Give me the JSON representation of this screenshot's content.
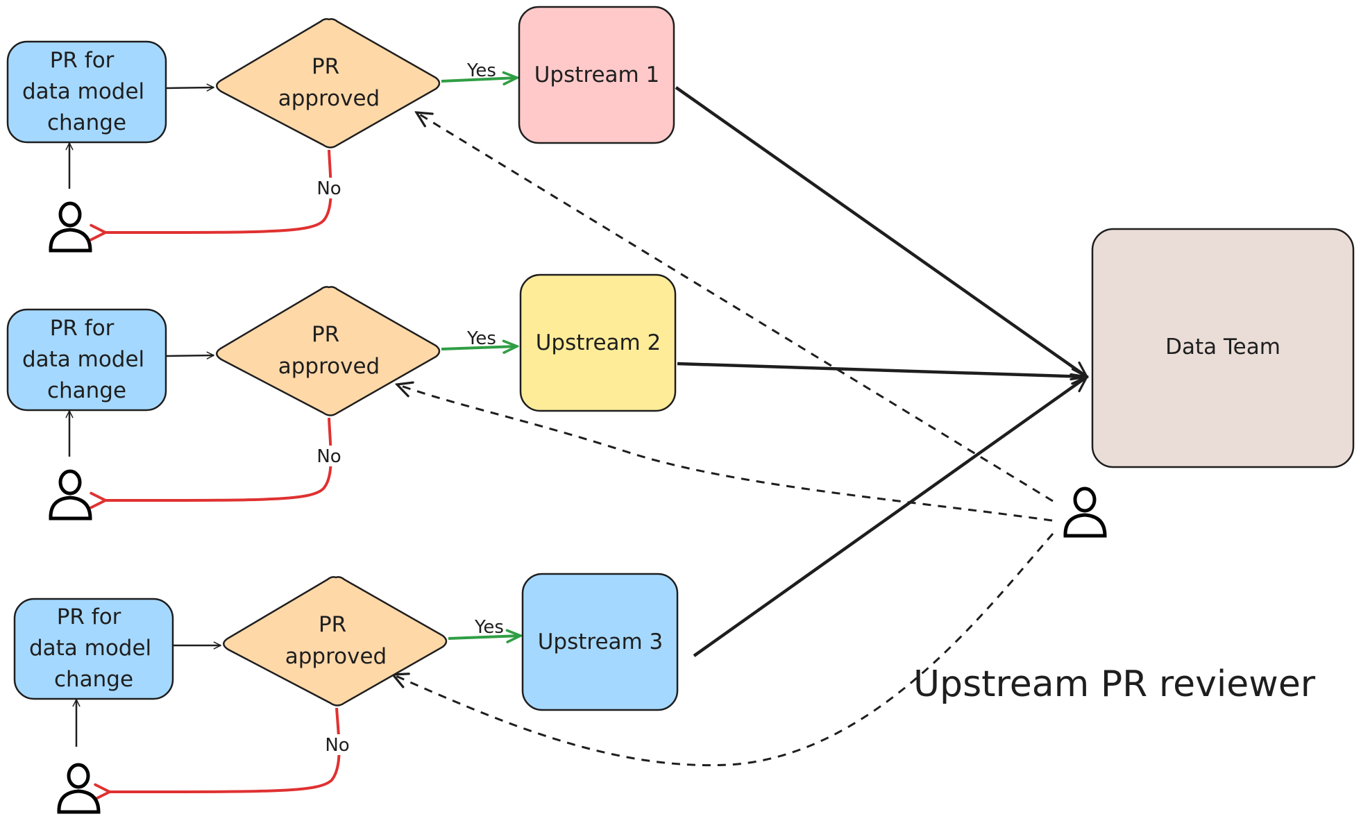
{
  "diagram": {
    "rows": [
      {
        "pr_box": {
          "lines": [
            "PR for",
            "data model",
            "change"
          ],
          "color": "#a5d8ff"
        },
        "decision": {
          "lines": [
            "PR",
            "approved"
          ],
          "color": "#ffd8a8"
        },
        "yes_label": "Yes",
        "no_label": "No",
        "upstream": {
          "label": "Upstream 1",
          "color": "#ffc9c9"
        }
      },
      {
        "pr_box": {
          "lines": [
            "PR for",
            "data model",
            "change"
          ],
          "color": "#a5d8ff"
        },
        "decision": {
          "lines": [
            "PR",
            "approved"
          ],
          "color": "#ffd8a8"
        },
        "yes_label": "Yes",
        "no_label": "No",
        "upstream": {
          "label": "Upstream 2",
          "color": "#ffec99"
        }
      },
      {
        "pr_box": {
          "lines": [
            "PR for",
            "data model",
            "change"
          ],
          "color": "#a5d8ff"
        },
        "decision": {
          "lines": [
            "PR",
            "approved"
          ],
          "color": "#ffd8a8"
        },
        "yes_label": "Yes",
        "no_label": "No",
        "upstream": {
          "label": "Upstream 3",
          "color": "#a5d8ff"
        }
      }
    ],
    "data_team": {
      "label": "Data Team",
      "color": "#eaddd7"
    },
    "reviewer_label": "Upstream PR reviewer",
    "colors": {
      "stroke": "#1e1e1e",
      "yes_edge": "#2f9e44",
      "no_edge": "#e03131"
    }
  }
}
